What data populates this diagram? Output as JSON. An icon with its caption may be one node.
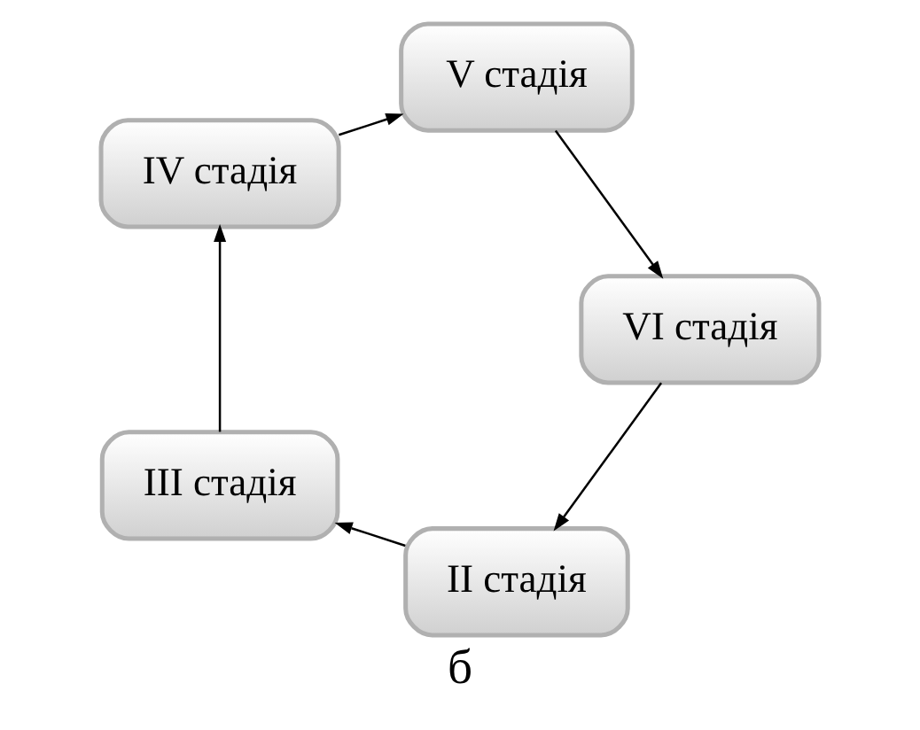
{
  "diagram": {
    "caption": "б",
    "nodes": [
      {
        "text": [
          "II стадія"
        ]
      },
      {
        "text": [
          "III стадія"
        ]
      },
      {
        "text": [
          "IV стадія"
        ]
      },
      {
        "text": [
          "V стадія"
        ]
      },
      {
        "text": [
          "VI стадія"
        ]
      }
    ],
    "edges": [
      {
        "from": 0,
        "to": 1,
        "arrow": "to"
      },
      {
        "from": 1,
        "to": 2,
        "arrow": "to"
      },
      {
        "from": 2,
        "to": 3,
        "arrow": "to"
      },
      {
        "from": 3,
        "to": 4,
        "arrow": "to"
      },
      {
        "from": 4,
        "to": 0,
        "arrow": "to"
      }
    ]
  }
}
